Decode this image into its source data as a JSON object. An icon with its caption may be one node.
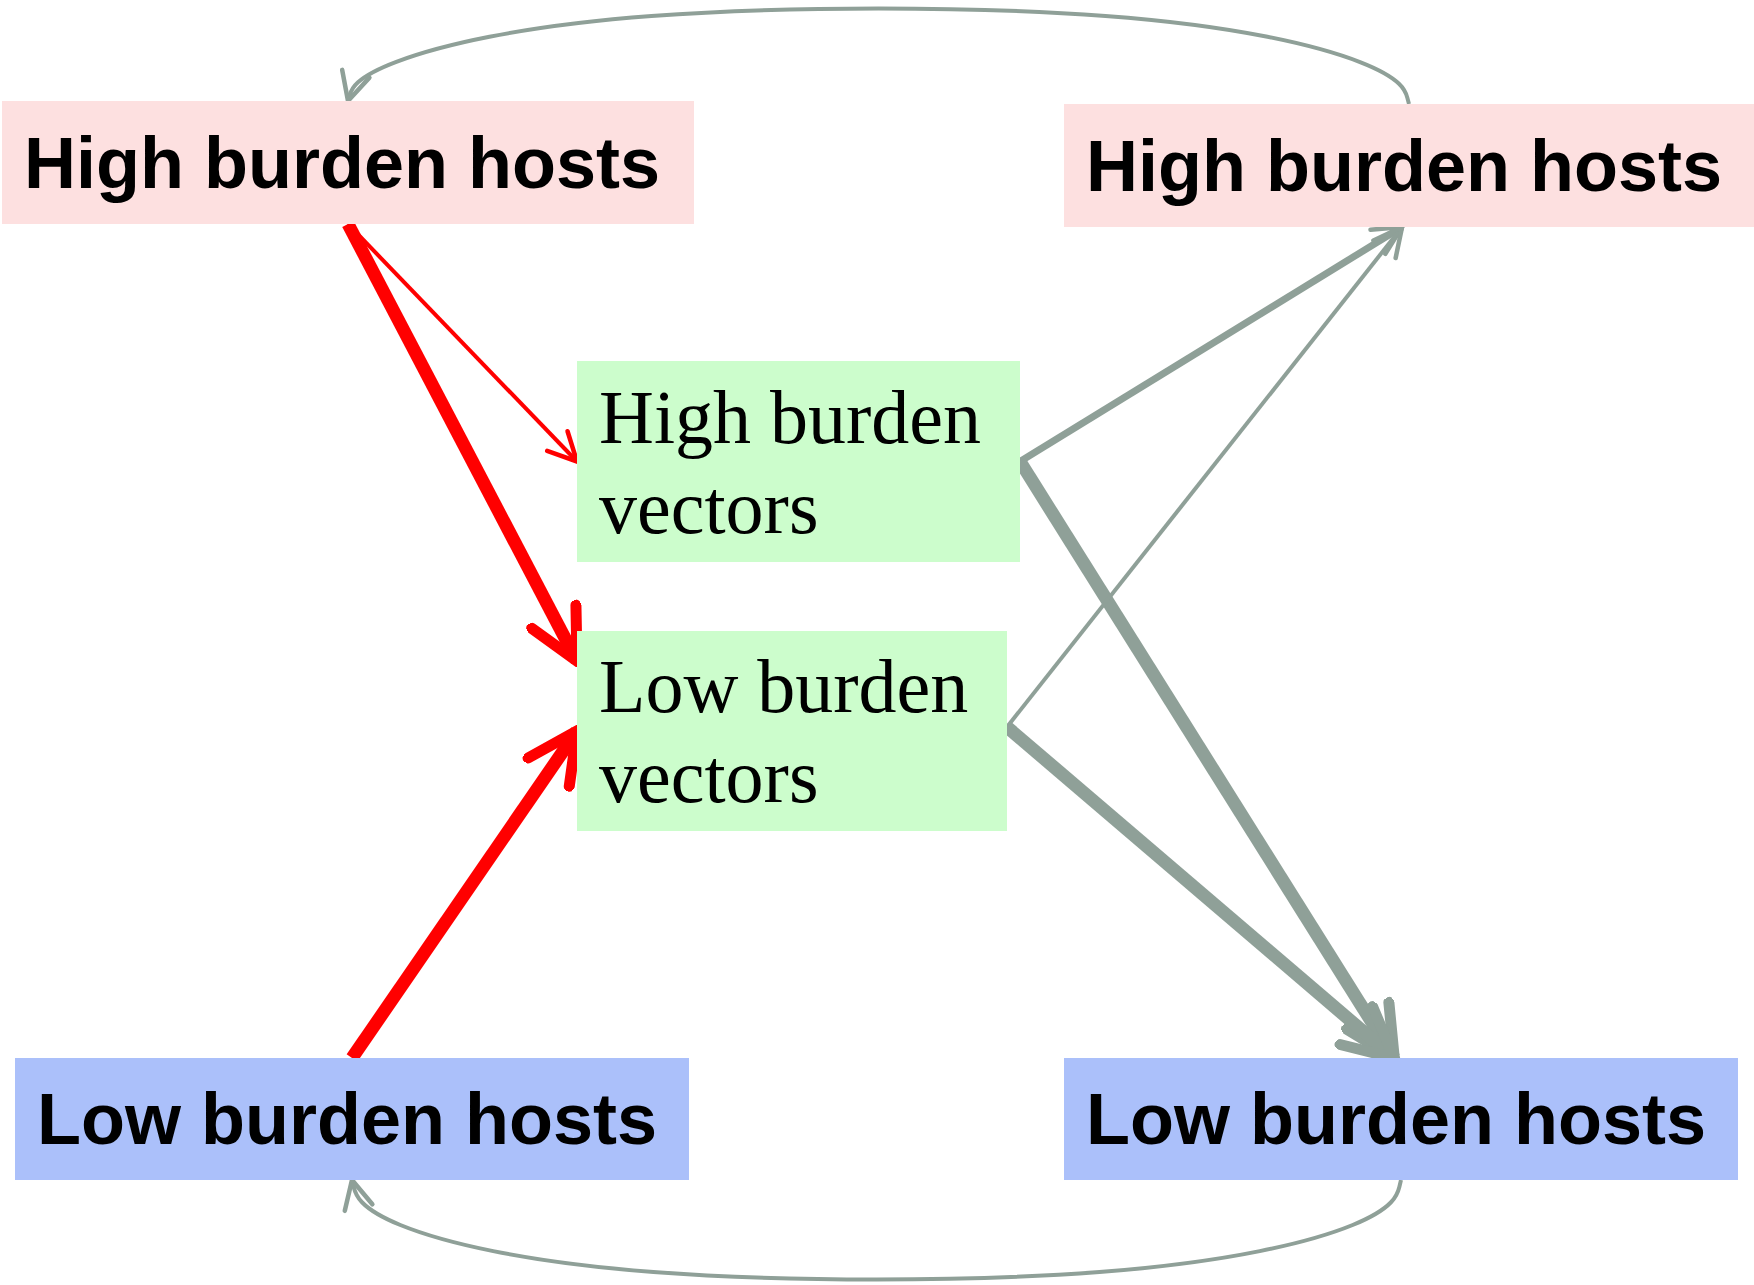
{
  "diagram": {
    "nodes": [
      {
        "text": [
          "High burden hosts"
        ]
      },
      {
        "text": [
          "High burden hosts"
        ]
      },
      {
        "text": [
          "High burden vectors"
        ]
      },
      {
        "text": [
          "Low burden vectors"
        ]
      },
      {
        "text": [
          "Low burden hosts"
        ]
      },
      {
        "text": [
          "Low burden hosts"
        ]
      }
    ],
    "edges": [
      {
        "from": 0,
        "to": 2,
        "arrow": "to",
        "color": "#ff0000"
      },
      {
        "from": 0,
        "to": 3,
        "arrow": "to",
        "color": "#ff0000",
        "style": "thick"
      },
      {
        "from": 4,
        "to": 3,
        "arrow": "to",
        "color": "#ff0000",
        "style": "thick"
      },
      {
        "from": 2,
        "to": 1,
        "arrow": "to"
      },
      {
        "from": 2,
        "to": 5,
        "arrow": "to",
        "style": "thick"
      },
      {
        "from": 3,
        "to": 1,
        "arrow": "to"
      },
      {
        "from": 3,
        "to": 5,
        "arrow": "to",
        "style": "thick"
      },
      {
        "from": 1,
        "to": 0,
        "arrow": "to"
      },
      {
        "from": 5,
        "to": 4,
        "arrow": "to"
      }
    ]
  }
}
